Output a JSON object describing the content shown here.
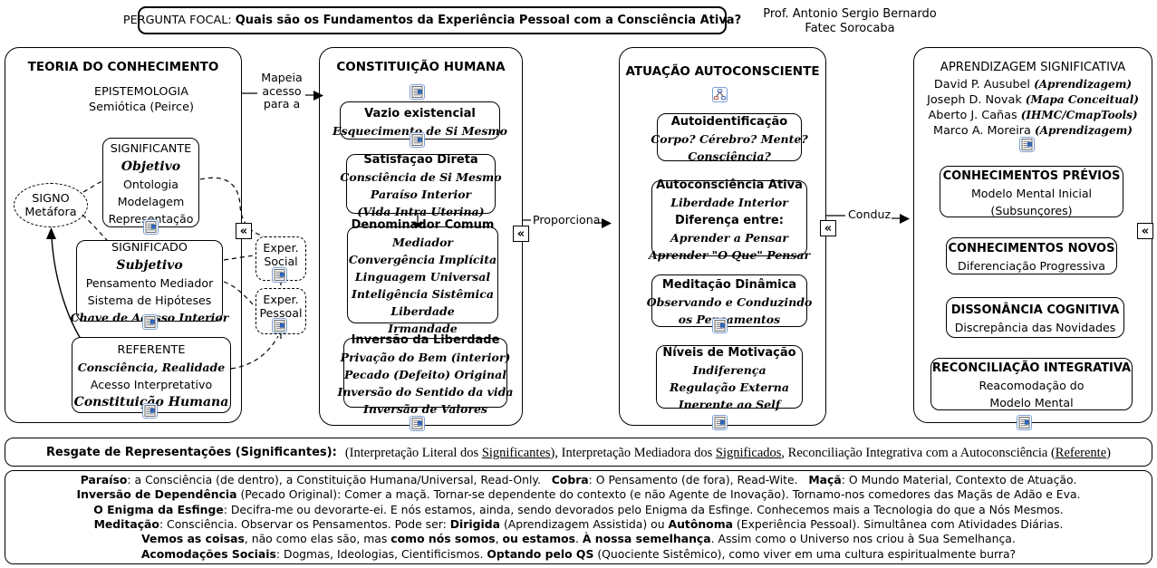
{
  "focal": {
    "label": "PERGUNTA FOCAL: ",
    "question": "Quais são os Fundamentos da Experiência Pessoal com a Consciência Ativa?"
  },
  "author": {
    "line1": "Prof. Antonio Sergio Bernardo",
    "line2": "Fatec Sorocaba"
  },
  "connectors": {
    "mapeia_lines": [
      "Mapeia",
      "acesso",
      "para a"
    ],
    "proporciona": "Proporciona",
    "conduz": "Conduz"
  },
  "icons": {
    "collapse_glyph": "«",
    "resource_icon": "document-with-image-link",
    "concept_map_icon": "mini-concept-map"
  },
  "exper": [
    {
      "lines": [
        "Exper.",
        "Social"
      ]
    },
    {
      "lines": [
        "Exper.",
        "Pessoal"
      ]
    }
  ],
  "columns": {
    "teoria": {
      "title": "TEORIA DO CONHECIMENTO",
      "epistemologia": [
        "EPISTEMOLOGIA",
        "Semiótica (Peirce)"
      ],
      "signo": [
        "SIGNO",
        "Metáfora"
      ],
      "nodes": [
        {
          "lines": [
            {
              "t": "SIGNIFICANTE",
              "s": "caps"
            },
            {
              "t": "Objetivo",
              "s": "scriptlg"
            },
            {
              "t": "Ontologia",
              "s": "plain"
            },
            {
              "t": "Modelagem",
              "s": "plain"
            },
            {
              "t": "Representação",
              "s": "plain"
            }
          ]
        },
        {
          "lines": [
            {
              "t": "SIGNIFICADO",
              "s": "caps"
            },
            {
              "t": "Subjetivo",
              "s": "scriptlg"
            },
            {
              "t": "Pensamento Mediador",
              "s": "plain"
            },
            {
              "t": "Sistema de Hipóteses",
              "s": "plain"
            },
            {
              "t": "Chave de Acesso Interior",
              "s": "script"
            }
          ]
        },
        {
          "lines": [
            {
              "t": "REFERENTE",
              "s": "caps"
            },
            {
              "t": "Consciência, Realidade",
              "s": "script"
            },
            {
              "t": "Acesso Interpretativo",
              "s": "plain"
            },
            {
              "t": "Constituição Humana",
              "s": "scriptlg"
            }
          ]
        }
      ]
    },
    "constituicao": {
      "title": "CONSTITUIÇÃO HUMANA",
      "nodes": [
        {
          "lines": [
            {
              "t": "Vazio existencial",
              "s": "head"
            },
            {
              "t": "Esquecimento de Si Mesmo",
              "s": "script"
            }
          ]
        },
        {
          "lines": [
            {
              "t": "Satisfação Direta",
              "s": "head"
            },
            {
              "t": "Consciência de Si Mesmo",
              "s": "script"
            },
            {
              "t": "Paraíso Interior",
              "s": "script"
            },
            {
              "t": "(Vida Intra Uterina)",
              "s": "script"
            }
          ]
        },
        {
          "lines": [
            {
              "t": "Denominador Comum",
              "s": "head"
            },
            {
              "t": "Mediador",
              "s": "script"
            },
            {
              "t": "Convergência Implícita",
              "s": "script"
            },
            {
              "t": "Linguagem Universal",
              "s": "script"
            },
            {
              "t": "Inteligência Sistêmica",
              "s": "script"
            },
            {
              "t": "Liberdade",
              "s": "script"
            },
            {
              "t": "Irmandade",
              "s": "script"
            }
          ]
        },
        {
          "lines": [
            {
              "t": "Inversão da Liberdade",
              "s": "head"
            },
            {
              "t": "Privação do Bem (interior)",
              "s": "script"
            },
            {
              "t": "Pecado (Defeito) Original",
              "s": "script"
            },
            {
              "t": "Inversão do Sentido da vida",
              "s": "script"
            },
            {
              "t": "Inversão de Valores",
              "s": "script"
            }
          ]
        }
      ]
    },
    "atuacao": {
      "title": "ATUAÇÃO AUTOCONSCIENTE",
      "nodes": [
        {
          "lines": [
            {
              "t": "Autoidentificação",
              "s": "head"
            },
            {
              "t": "Corpo? Cérebro? Mente?",
              "s": "script"
            },
            {
              "t": "Consciência?",
              "s": "script"
            }
          ]
        },
        {
          "lines": [
            {
              "t": "Autoconsciência Ativa",
              "s": "head"
            },
            {
              "t": "Liberdade Interior",
              "s": "script"
            },
            {
              "t": "Diferença entre:",
              "s": "boldsans"
            },
            {
              "t": "Aprender a Pensar",
              "s": "script"
            },
            {
              "t": "Aprender \"O Que\" Pensar",
              "s": "script"
            }
          ]
        },
        {
          "lines": [
            {
              "t": "Meditação Dinâmica",
              "s": "head"
            },
            {
              "t": "Observando e Conduzindo",
              "s": "script"
            },
            {
              "t": "os Pensamentos",
              "s": "script"
            }
          ]
        },
        {
          "lines": [
            {
              "t": "Níveis de Motivação",
              "s": "head"
            },
            {
              "t": "Indiferença",
              "s": "script"
            },
            {
              "t": "Regulação Externa",
              "s": "script"
            },
            {
              "t": "Inerente ao Self",
              "s": "script"
            }
          ]
        }
      ]
    },
    "aprendizagem": {
      "title": "APRENDIZAGEM SIGNIFICATIVA",
      "authors": [
        {
          "name": "David P. Ausubel ",
          "paren": "(Aprendizagem)"
        },
        {
          "name": "Joseph D. Novak ",
          "paren": "(Mapa Conceitual)"
        },
        {
          "name": "Aberto J. Cañas ",
          "paren": "(IHMC/CmapTools)"
        },
        {
          "name": "Marco A. Moreira ",
          "paren": "(Aprendizagem)"
        }
      ],
      "nodes": [
        {
          "lines": [
            {
              "t": "CONHECIMENTOS PRÉVIOS",
              "s": "head"
            },
            {
              "t": "Modelo Mental Inicial",
              "s": "plain"
            },
            {
              "t": "(Subsunçores)",
              "s": "plain"
            }
          ]
        },
        {
          "lines": [
            {
              "t": "CONHECIMENTOS NOVOS",
              "s": "head"
            },
            {
              "t": "Diferenciação Progressiva",
              "s": "plain"
            }
          ]
        },
        {
          "lines": [
            {
              "t": "DISSONÂNCIA COGNITIVA",
              "s": "head"
            },
            {
              "t": "Discrepância das Novidades",
              "s": "plain"
            }
          ]
        },
        {
          "lines": [
            {
              "t": "RECONCILIAÇÃO INTEGRATIVA",
              "s": "head"
            },
            {
              "t": "Reacomodação do",
              "s": "plain"
            },
            {
              "t": "Modelo Mental",
              "s": "plain"
            }
          ]
        }
      ]
    }
  },
  "band": {
    "lead": "Resgate de Representações (Significantes):  ",
    "segments": [
      {
        "t": "(Interpretação Literal dos ",
        "u": false
      },
      {
        "t": "Significantes",
        "u": true
      },
      {
        "t": "), Interpretação Mediadora dos ",
        "u": false
      },
      {
        "t": "Significados",
        "u": true
      },
      {
        "t": ", Reconciliação Integrativa com a Autoconsciência (",
        "u": false
      },
      {
        "t": "Referente",
        "u": true
      },
      {
        "t": ")",
        "u": false
      }
    ]
  },
  "notes": {
    "lines": [
      [
        {
          "t": "Paraíso",
          "b": true
        },
        {
          "t": ": a Consciência (de dentro), a Constituição Humana/Universal, Read-Only.   "
        },
        {
          "t": "Cobra",
          "b": true
        },
        {
          "t": ": O Pensamento (de fora), Read-Wite.   "
        },
        {
          "t": "Maçã",
          "b": true
        },
        {
          "t": ": O Mundo Material, Contexto de Atuação."
        }
      ],
      [
        {
          "t": "Inversão de Dependência",
          "b": true
        },
        {
          "t": " (Pecado Original): Comer a maçã. Tornar-se dependente do contexto (e não Agente de Inovação). Tornamo-nos comedores das Maçãs de Adão e Eva."
        }
      ],
      [
        {
          "t": "O Enigma da Esfinge",
          "b": true
        },
        {
          "t": ": Decifra-me ou devorarte-ei. E nós estamos, ainda, sendo devorados pelo Enigma da Esfinge. Conhecemos mais a Tecnologia do que a Nós Mesmos."
        }
      ],
      [
        {
          "t": "Meditação",
          "b": true
        },
        {
          "t": ": Consciência. Observar os Pensamentos. Pode ser: "
        },
        {
          "t": "Dirigida",
          "b": true
        },
        {
          "t": " (Aprendizagem Assistida) ou "
        },
        {
          "t": "Autônoma",
          "b": true
        },
        {
          "t": " (Experiência Pessoal). Simultânea com Atividades Diárias."
        }
      ],
      [
        {
          "t": "Vemos as coisas",
          "b": true
        },
        {
          "t": ", não como elas são, mas "
        },
        {
          "t": "como nós somos",
          "b": true
        },
        {
          "t": ", "
        },
        {
          "t": "ou estamos",
          "b": true
        },
        {
          "t": ". "
        },
        {
          "t": "À nossa semelhança",
          "b": true
        },
        {
          "t": ". Assim como o Universo nos criou à Sua Semelhança."
        }
      ],
      [
        {
          "t": "Acomodações Sociais",
          "b": true
        },
        {
          "t": ": Dogmas, Ideologias, Cientificismos. "
        },
        {
          "t": "Optando pelo QS",
          "b": true
        },
        {
          "t": " (Quociente Sistêmico), como viver em uma cultura espiritualmente burra?"
        }
      ]
    ]
  }
}
